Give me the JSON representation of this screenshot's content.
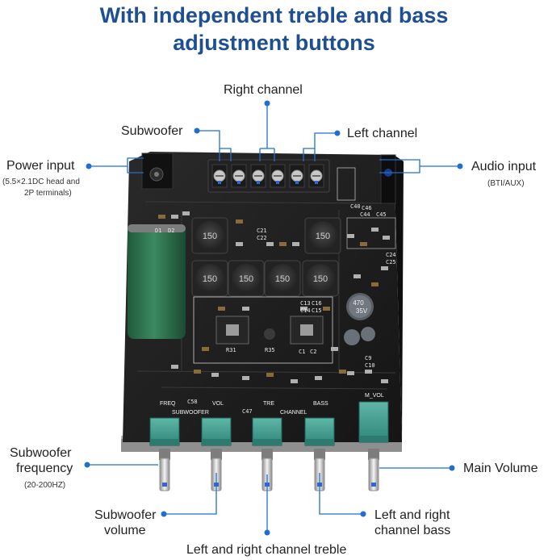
{
  "title": {
    "line1": "With independent treble and bass",
    "line2": "adjustment buttons"
  },
  "callouts": {
    "right_channel": "Right channel",
    "subwoofer": "Subwoofer",
    "left_channel": "Left channel",
    "power_input": "Power input",
    "power_input_note_1": "(5.5×2.1DC head and",
    "power_input_note_2": "2P terminals)",
    "audio_input": "Audio input",
    "audio_input_note": "(BTI/AUX)",
    "subwoofer_frequency_1": "Subwoofer",
    "subwoofer_frequency_2": "frequency",
    "subwoofer_frequency_note": "(20-200HZ)",
    "subwoofer_volume_1": "Subwoofer",
    "subwoofer_volume_2": "volume",
    "treble": "Left and right channel treble",
    "bass_1": "Left and right",
    "bass_2": "channel bass",
    "main_volume": "Main Volume"
  },
  "board": {
    "knob_labels": {
      "freq": "FREQ",
      "vol": "VOL",
      "subwoofer": "SUBWOOFER",
      "tre": "TRE",
      "channel": "CHANNEL",
      "bass": "BASS",
      "m_vol": "M_VOL"
    },
    "inductor_marking": "150",
    "cap_marking_1": "470",
    "cap_marking_2": "35V",
    "component_labels": {
      "d1": "D1",
      "d2": "D2",
      "c40": "C40",
      "c44": "C44",
      "c45": "C45",
      "c24": "C24",
      "c25": "C25",
      "c13": "C13",
      "c14": "C14",
      "c15": "C15",
      "c16": "C16",
      "c1": "C1",
      "c2": "C2",
      "c21": "C21",
      "c22": "C22",
      "c9": "C9",
      "c10": "C10",
      "c46": "C46",
      "c47": "C47",
      "r35": "R35",
      "r31": "R31",
      "c58": "C58"
    }
  },
  "colors": {
    "title": "#1d4f91",
    "callout_line": "#1f6fd1",
    "board": "#1b1b1b",
    "knob": "#3b9c8f",
    "capacitor": "#2e6b4a"
  }
}
